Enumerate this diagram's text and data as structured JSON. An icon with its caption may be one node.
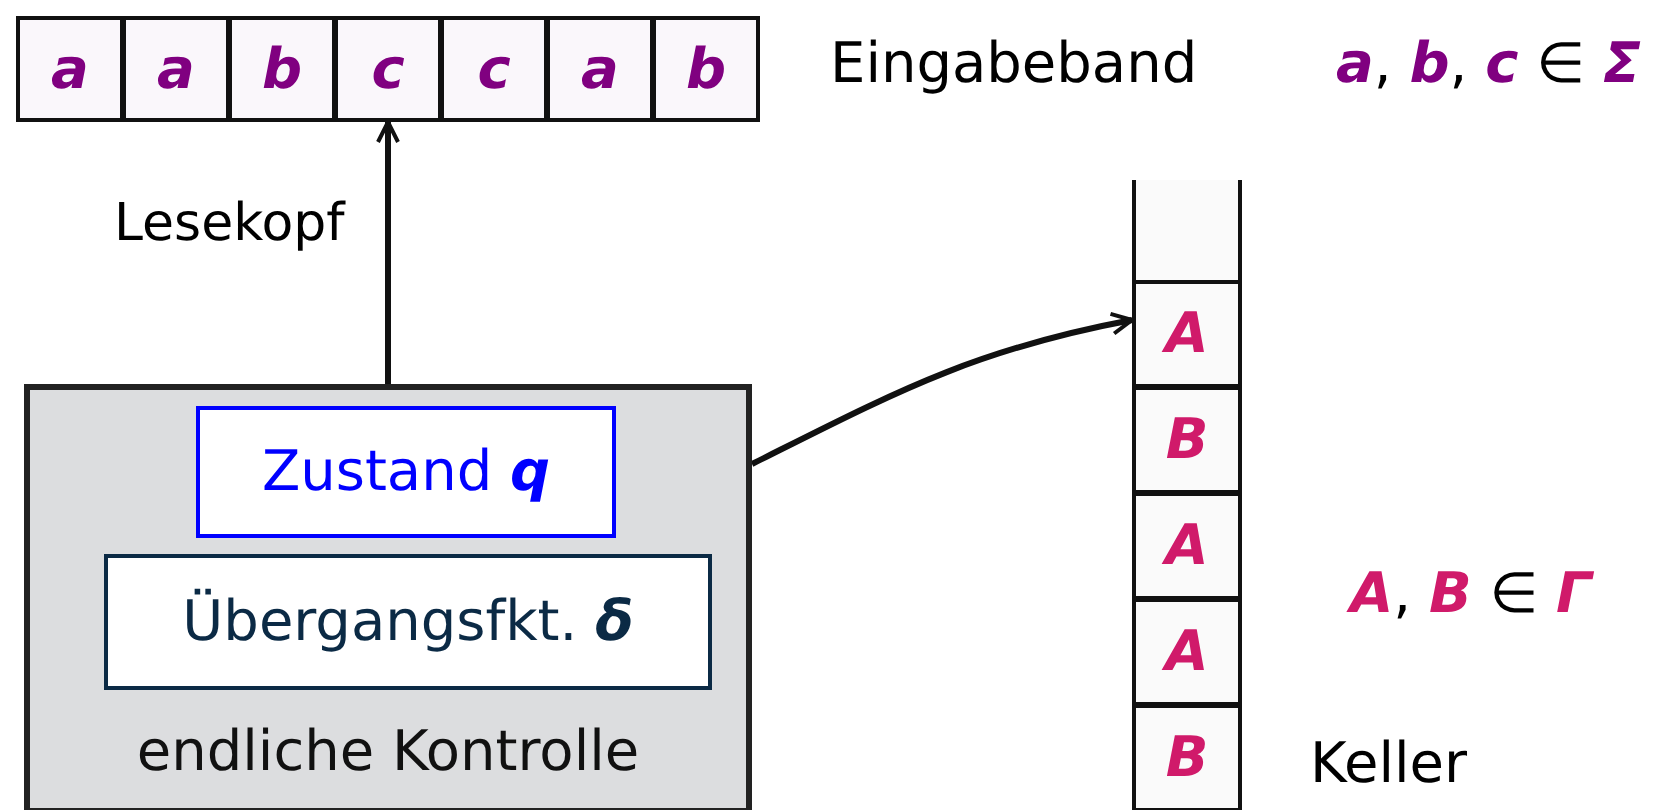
{
  "diagram": {
    "nodes": [
      {
        "text": [
          "a"
        ]
      },
      {
        "text": [
          "a"
        ]
      },
      {
        "text": [
          "b"
        ]
      },
      {
        "text": [
          "c"
        ]
      },
      {
        "text": [
          "c"
        ]
      },
      {
        "text": [
          "a"
        ]
      },
      {
        "text": [
          "b"
        ]
      },
      {
        "text": [
          "endliche Kontrolle"
        ]
      },
      {
        "text": [
          "Zustand **q**"
        ],
        "in": 7
      },
      {
        "text": [
          "Übergangsfkt. **δ**"
        ],
        "in": 7
      },
      {
        "text": [],
        "shape": "box"
      },
      {
        "text": [
          "A"
        ]
      },
      {
        "text": [
          "B"
        ]
      },
      {
        "text": [
          "A"
        ]
      },
      {
        "text": [
          "A"
        ]
      },
      {
        "text": [
          "B"
        ]
      }
    ],
    "edges": [
      {
        "from": 7,
        "to": 3,
        "arrow": "to",
        "label": "Lesekopf"
      },
      {
        "from": 7,
        "to": 11,
        "arrow": "to"
      }
    ],
    "labels": [
      "Eingabeband",
      "**a**, **b**, **c** ∈ **Σ**",
      "**A**, **B** ∈ **Γ**",
      "Keller"
    ]
  }
}
